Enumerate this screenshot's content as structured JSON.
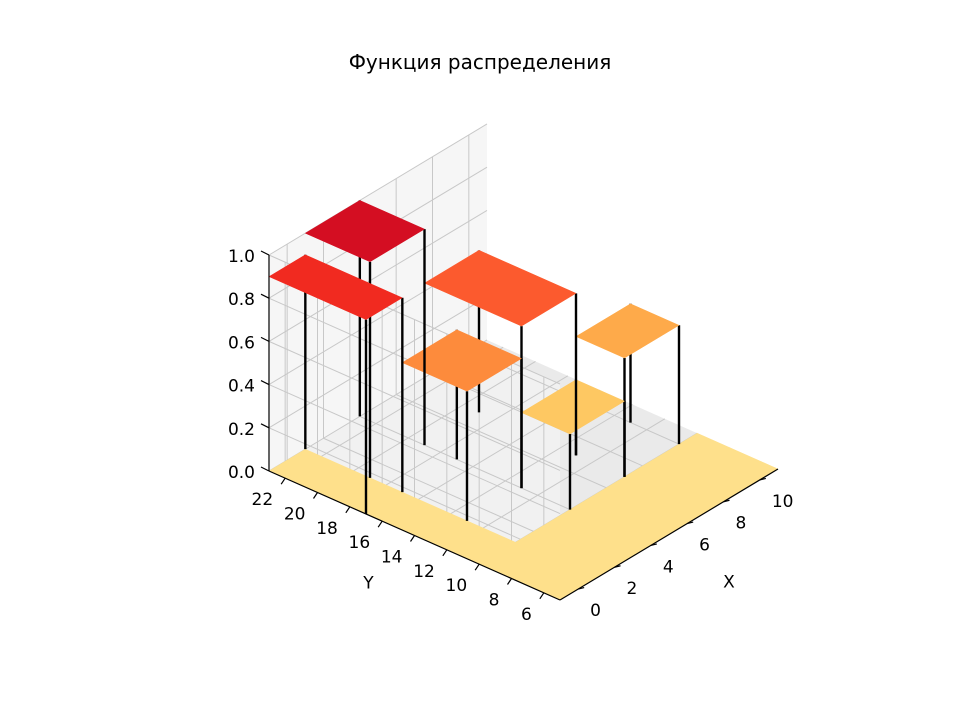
{
  "chart_data": {
    "type": "bar3d",
    "title": "Функция распределения",
    "xlabel": "X",
    "ylabel": "Y",
    "zlabel": "",
    "x_ticks": [
      0,
      2,
      4,
      6,
      8,
      10
    ],
    "y_ticks": [
      6,
      8,
      10,
      12,
      14,
      16,
      18,
      20,
      22
    ],
    "z_ticks": [
      "0.0",
      "0.2",
      "0.4",
      "0.6",
      "0.8",
      "1.0"
    ],
    "xlim": [
      -1,
      11
    ],
    "ylim": [
      5,
      23
    ],
    "zlim": [
      0,
      1
    ],
    "colormap": "YlOrRd",
    "grid": true,
    "base_surface": {
      "value": 0,
      "color": "#fee08b",
      "description_outline": [
        [
          -1,
          23
        ],
        [
          -1,
          5
        ],
        [
          11,
          5
        ],
        [
          11,
          10
        ],
        [
          1,
          10
        ],
        [
          1,
          23
        ]
      ]
    },
    "steps": [
      {
        "x": [
          1,
          4
        ],
        "y": [
          19,
          23
        ],
        "z": 1.0,
        "color": "#d40e22"
      },
      {
        "x": [
          -1,
          1
        ],
        "y": [
          17,
          23
        ],
        "z": 0.9,
        "color": "#f12a20"
      },
      {
        "x": [
          4,
          7
        ],
        "y": [
          13,
          19
        ],
        "z": 0.75,
        "color": "#fc5a2e"
      },
      {
        "x": [
          1,
          4
        ],
        "y": [
          13,
          17
        ],
        "z": 0.6,
        "color": "#fd8b3c"
      },
      {
        "x": [
          7,
          10
        ],
        "y": [
          10,
          13
        ],
        "z": 0.55,
        "color": "#feaa4a"
      },
      {
        "x": [
          4,
          7
        ],
        "y": [
          10,
          13
        ],
        "z": 0.35,
        "color": "#fec862"
      }
    ]
  },
  "colors": {
    "pane_left": "#f1f1f1",
    "pane_right": "#f6f6f6",
    "pane_floor": "#eaeaea",
    "grid": "#c8c8c8",
    "stem": "#000000"
  }
}
